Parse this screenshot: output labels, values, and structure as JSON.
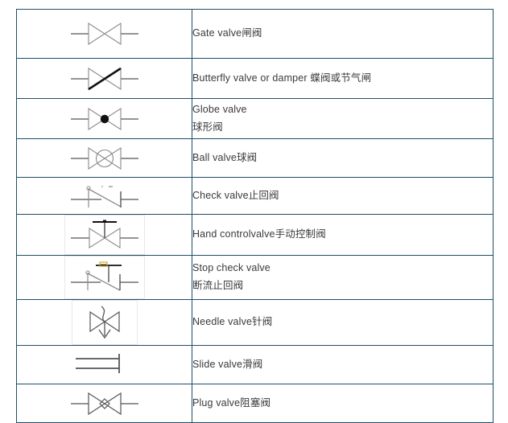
{
  "table": {
    "border_color": "#1f4e64",
    "text_color": "#3a3a3a",
    "rows": [
      {
        "symbol": "gate-valve-symbol",
        "height": 61,
        "boxed": false,
        "lines": [
          "Gate valve闸阀"
        ]
      },
      {
        "symbol": "butterfly-valve-symbol",
        "height": 50,
        "boxed": false,
        "lines": [
          "Butterfly valve or damper 蝶阀或节气闸"
        ]
      },
      {
        "symbol": "globe-valve-symbol",
        "height": 50,
        "boxed": false,
        "lines": [
          "Globe valve",
          "球形阀"
        ]
      },
      {
        "symbol": "ball-valve-symbol",
        "height": 48,
        "boxed": false,
        "lines": [
          "Ball valve球阀"
        ]
      },
      {
        "symbol": "check-valve-symbol",
        "height": 46,
        "boxed": false,
        "lines": [
          "Check valve止回阀"
        ]
      },
      {
        "symbol": "hand-control-valve-symbol",
        "height": 50,
        "boxed": true,
        "lines": [
          "Hand controlvalve手动控制阀"
        ]
      },
      {
        "symbol": "stop-check-valve-symbol",
        "height": 55,
        "boxed": true,
        "lines": [
          "Stop check valve",
          "断流止回阀"
        ]
      },
      {
        "symbol": "needle-valve-symbol",
        "height": 55,
        "boxed": true,
        "lines": [
          "Needle valve针阀"
        ]
      },
      {
        "symbol": "slide-valve-symbol",
        "height": 48,
        "boxed": false,
        "lines": [
          "Slide valve滑阀"
        ]
      },
      {
        "symbol": "plug-valve-symbol",
        "height": 48,
        "boxed": false,
        "lines": [
          "Plug valve阻塞阀"
        ]
      }
    ]
  }
}
